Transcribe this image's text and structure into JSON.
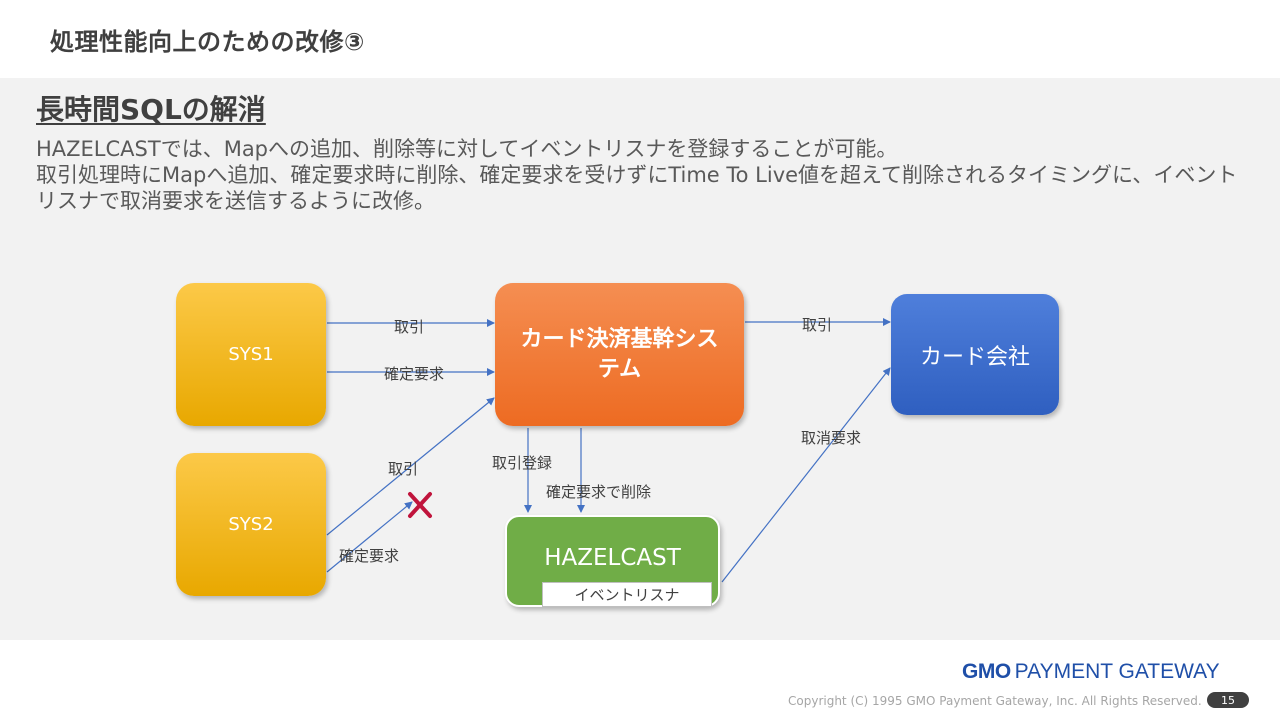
{
  "slide": {
    "title": "処理性能向上のための改修③",
    "heading": "長時間SQLの解消",
    "body_lines": [
      "HAZELCASTでは、Mapへの追加、削除等に対してイベントリスナを登録することが可能。",
      "取引処理時にMapへ追加、確定要求時に削除、確定要求を受けずにTime To Live値を超えて削除されるタイミングに、イベントリスナで取消要求を送信するように改修。"
    ]
  },
  "diagram": {
    "nodes": {
      "sys1": "SYS1",
      "sys2": "SYS2",
      "core": "カード決済基幹システム",
      "card_company": "カード会社",
      "hazelcast": "HAZELCAST",
      "event_listener": "イベントリスナ"
    },
    "edges": {
      "sys1_torihiki": "取引",
      "sys1_kakutei": "確定要求",
      "sys2_torihiki": "取引",
      "sys2_kakutei": "確定要求",
      "core_to_card": "取引",
      "torihiki_touroku": "取引登録",
      "kakutei_sakujo": "確定要求で削除",
      "torikeshi": "取消要求"
    },
    "colors": {
      "arrow": "#4472c4",
      "cross": "#c0143c"
    }
  },
  "footer": {
    "logo_mark": "GMO",
    "logo_text": "PAYMENT GATEWAY",
    "copyright": "Copyright (C) 1995 GMO Payment Gateway, Inc. All Rights Reserved.",
    "page_number": "15"
  }
}
